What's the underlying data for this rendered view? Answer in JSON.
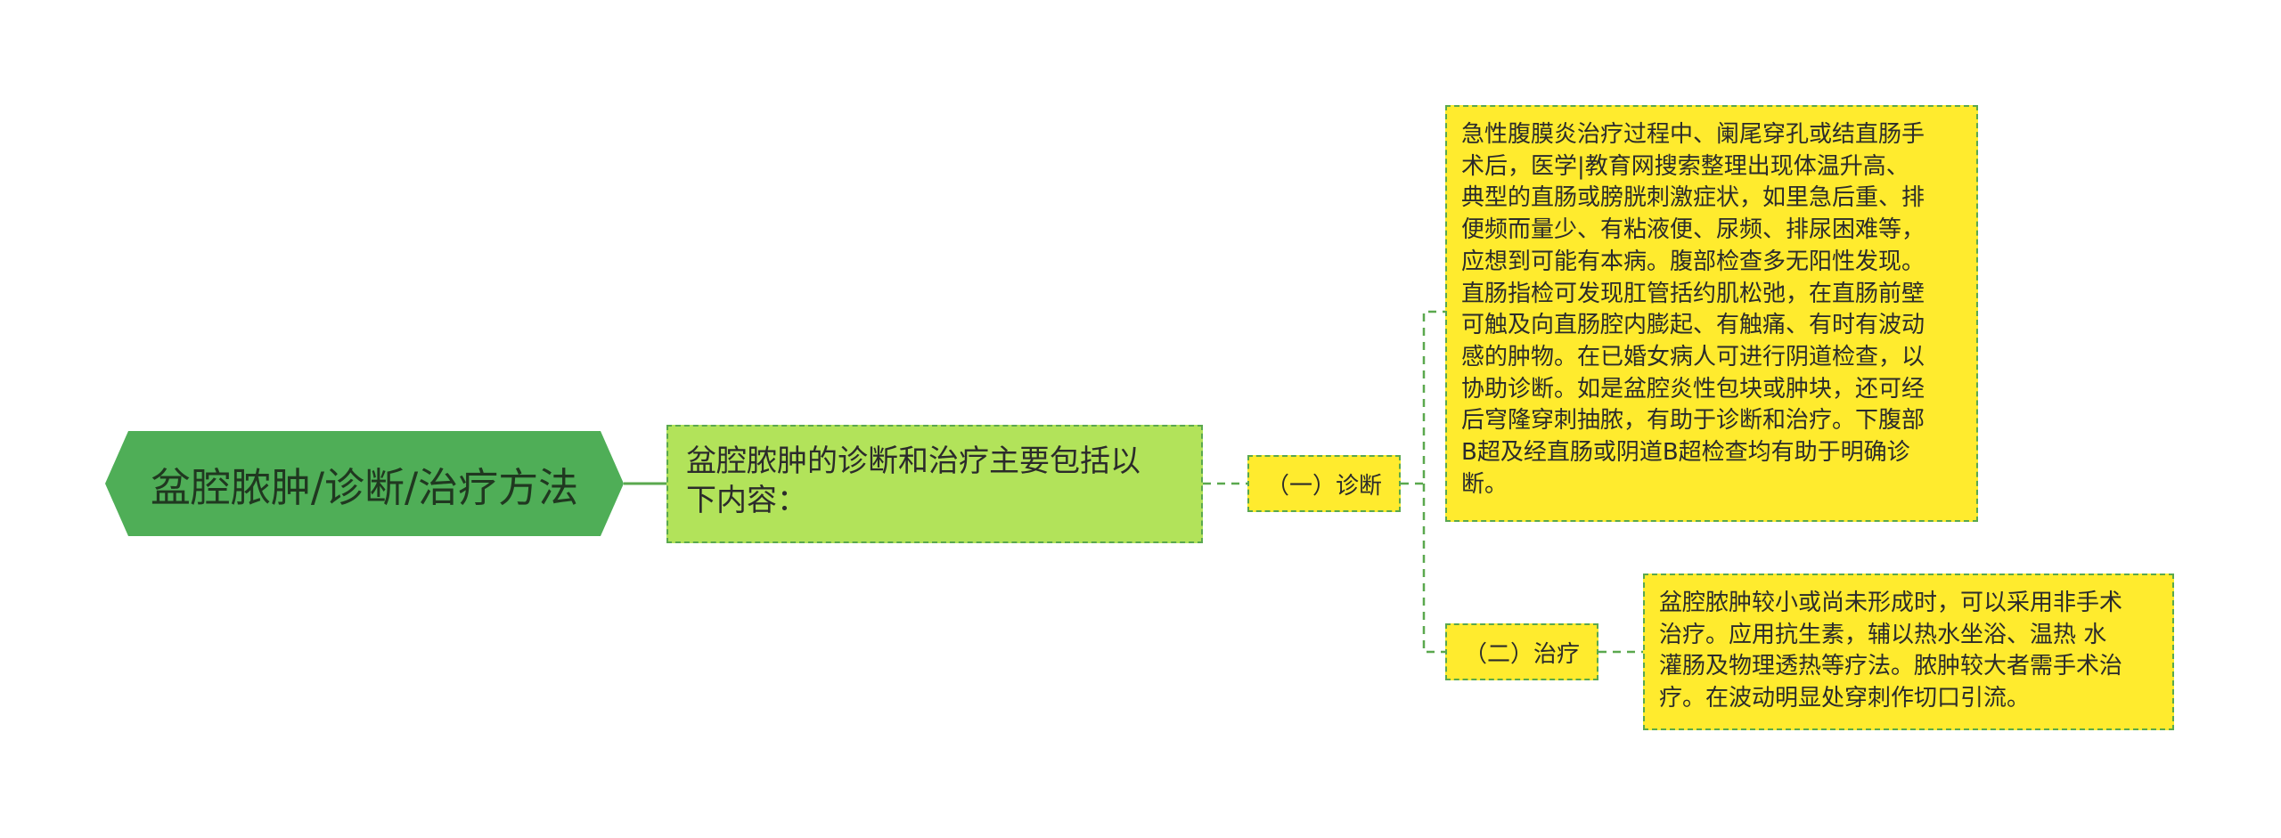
{
  "root": {
    "title": "盆腔脓肿/诊断/治疗方法"
  },
  "summary": {
    "lines": [
      "盆腔脓肿的诊断和治疗主要包括以",
      "下内容："
    ]
  },
  "branches": [
    {
      "label": "（一）诊断",
      "lines": [
        "急性腹膜炎治疗过程中、阑尾穿孔或结直肠手",
        "术后，医学|教育网搜索整理出现体温升高、",
        "典型的直肠或膀胱刺激症状，如里急后重、排",
        "便频而量少、有粘液便、尿频、排尿困难等，",
        "应想到可能有本病。腹部检查多无阳性发现。",
        "直肠指检可发现肛管括约肌松弛，在直肠前壁",
        "可触及向直肠腔内膨起、有触痛、有时有波动",
        "感的肿物。在已婚女病人可进行阴道检查，以",
        "协助诊断。如是盆腔炎性包块或肿块，还可经",
        "后穹隆穿刺抽脓，有助于诊断和治疗。下腹部",
        "B超及经直肠或阴道B超检查均有助于明确诊",
        "断。"
      ]
    },
    {
      "label": "（二）治疗",
      "lines": [
        "盆腔脓肿较小或尚未形成时，可以采用非手术",
        "治疗。应用抗生素，辅以热水坐浴、温热 水",
        "灌肠及物理透热等疗法。脓肿较大者需手术治",
        "疗。在波动明显处穿刺作切口引流。"
      ]
    }
  ],
  "colors": {
    "root_fill": "#4fae57",
    "summary_fill": "#b2e35a",
    "leaf_fill": "#ffeb2e",
    "connector": "#5aa84e"
  }
}
